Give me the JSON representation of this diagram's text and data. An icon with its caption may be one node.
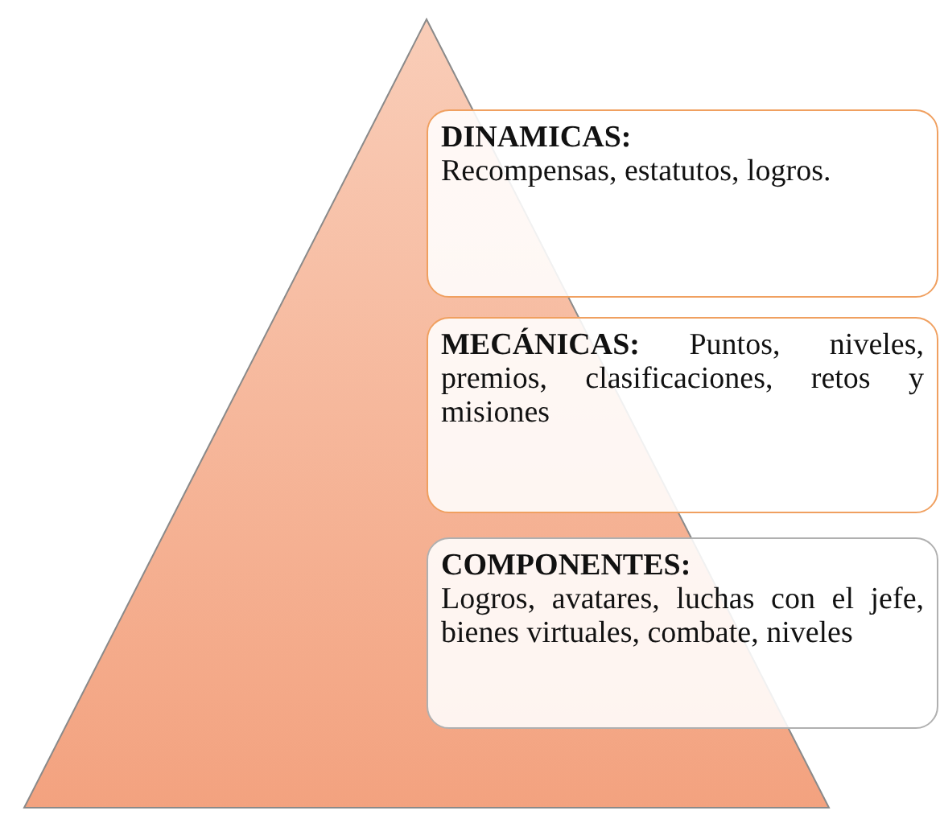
{
  "diagram": {
    "nodes": [
      {
        "text": [
          "DINAMICAS:",
          "Recompensas, estatutos, logros."
        ]
      },
      {
        "text": [
          "MECÁNICAS:",
          "Puntos, niveles, premios, clasificaciones, retos y misiones"
        ]
      },
      {
        "text": [
          "**COMPONENTES**:",
          "Logros, avatares, luchas con el jefe, bienes virtuales, combate, niveles"
        ]
      }
    ]
  }
}
